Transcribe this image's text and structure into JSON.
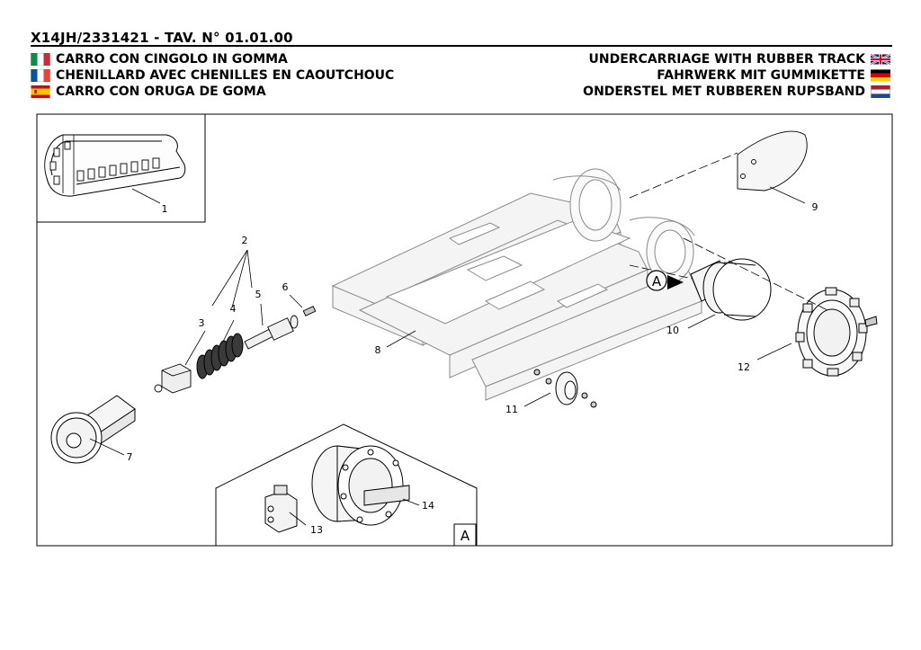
{
  "header": {
    "code": "X14JH/2331421 - TAV. N° 01.01.00"
  },
  "titles": {
    "left": [
      {
        "flag": "italy-flag-icon",
        "text": "CARRO CON CINGOLO IN GOMMA"
      },
      {
        "flag": "france-flag-icon",
        "text": "CHENILLARD AVEC CHENILLES EN CAOUTCHOUC"
      },
      {
        "flag": "spain-flag-icon",
        "text": "CARRO CON ORUGA DE GOMA"
      }
    ],
    "right": [
      {
        "flag": "uk-flag-icon",
        "text": "UNDERCARRIAGE WITH RUBBER TRACK"
      },
      {
        "flag": "germany-flag-icon",
        "text": "FAHRWERK MIT GUMMIKETTE"
      },
      {
        "flag": "netherlands-flag-icon",
        "text": "ONDERSTEL MET RUBBEREN RUPSBAND"
      }
    ]
  },
  "diagram": {
    "part_labels": [
      "1",
      "2",
      "3",
      "4",
      "5",
      "6",
      "7",
      "8",
      "9",
      "10",
      "11",
      "12",
      "13",
      "14"
    ],
    "detail_marker": "A",
    "inset_label": "A"
  },
  "colors": {
    "line": "#000000",
    "part_line": "#8a8a8a",
    "part_fill": "#f4f4f4"
  }
}
